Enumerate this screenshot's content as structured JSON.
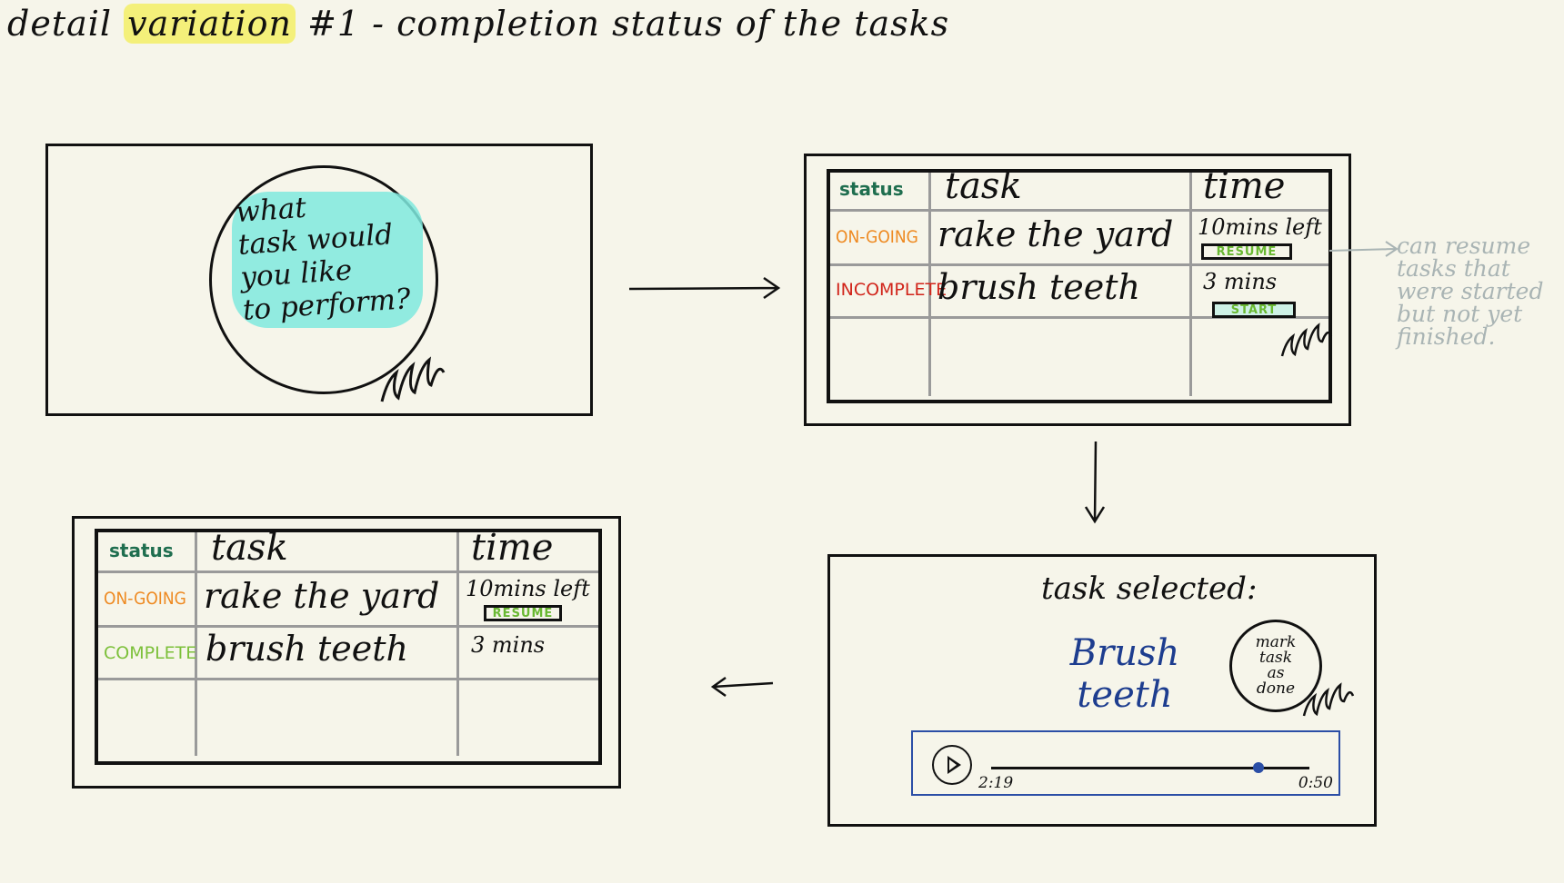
{
  "title": {
    "prefix": "detail ",
    "highlight": "variation",
    "suffix": " #1 - completion status of the tasks"
  },
  "prompt_screen": {
    "question_lines": [
      "what",
      "task would",
      "you like",
      "to perform?"
    ]
  },
  "table_incomplete": {
    "headers": {
      "status": "status",
      "task": "task",
      "time": "time"
    },
    "rows": [
      {
        "status": "ON-GOING",
        "task": "rake the yard",
        "time": "10mins left",
        "button": "RESUME"
      },
      {
        "status": "INCOMPLETE",
        "task": "brush teeth",
        "time": "3 mins",
        "button": "START"
      }
    ]
  },
  "note": "can resume tasks that were started but not yet finished.",
  "selected_screen": {
    "label": "task selected:",
    "task": "Brush teeth",
    "done_button_lines": [
      "mark",
      "task",
      "as",
      "done"
    ],
    "elapsed": "2:19",
    "total": "0:50",
    "progress": 0.84
  },
  "table_complete": {
    "headers": {
      "status": "status",
      "task": "task",
      "time": "time"
    },
    "rows": [
      {
        "status": "ON-GOING",
        "task": "rake the yard",
        "time": "10mins left",
        "button": "RESUME"
      },
      {
        "status": "COMPLETE",
        "task": "brush teeth",
        "time": "3 mins"
      }
    ]
  },
  "colors": {
    "background": "#f6f5ea",
    "highlight": "#7fe9de",
    "title_highlight": "#f4f07a",
    "status_header": "#1f6e4f",
    "ongoing": "#ee8a22",
    "incomplete": "#d1241a",
    "complete": "#7cc03a",
    "selected_task": "#1d3d8f",
    "note": "#a9b4b4"
  },
  "icons": [
    "hand-tap-icon",
    "play-icon",
    "arrow-right-icon",
    "arrow-down-icon",
    "arrow-left-icon"
  ]
}
